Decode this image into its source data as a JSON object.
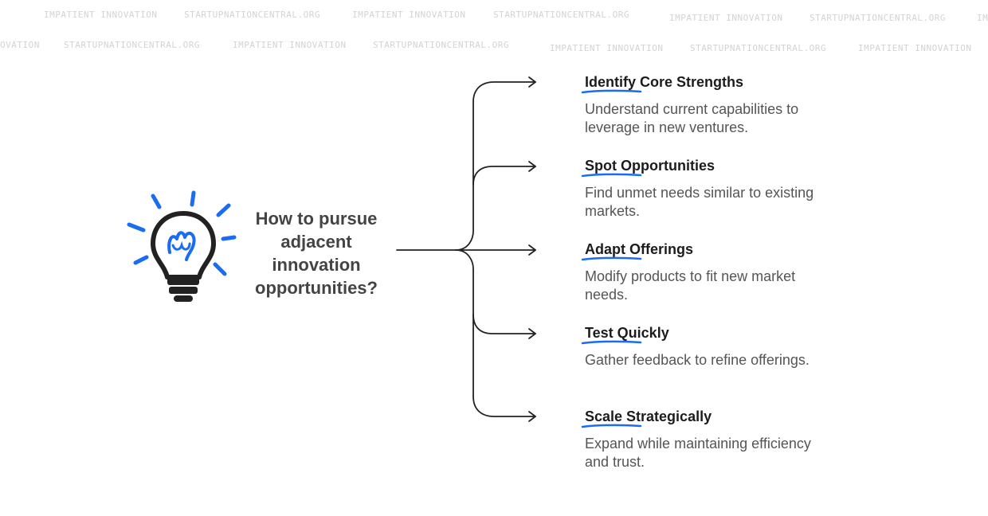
{
  "watermark": {
    "text_a": "IMPATIENT INNOVATION",
    "text_b": "STARTUPNATIONCENTRAL.ORG",
    "text_c": "IM",
    "text_d": "OVATION"
  },
  "diagram": {
    "question": "How to pursue adjacent innovation opportunities?",
    "branches": [
      {
        "title": "Identify Core Strengths",
        "description": "Understand current capabilities to leverage in new ventures."
      },
      {
        "title": "Spot Opportunities",
        "description": "Find unmet needs similar to existing markets."
      },
      {
        "title": "Adapt Offerings",
        "description": "Modify products to fit new market needs."
      },
      {
        "title": "Test Quickly",
        "description": "Gather feedback to refine offerings."
      },
      {
        "title": "Scale Strategically",
        "description": "Expand while maintaining efficiency and trust."
      }
    ]
  },
  "colors": {
    "accent": "#1a6cf0",
    "ink": "#1c1c1c",
    "connector": "#222222"
  },
  "icons": {
    "center": "lightbulb-icon",
    "arrows": "arrow-right-icon"
  }
}
